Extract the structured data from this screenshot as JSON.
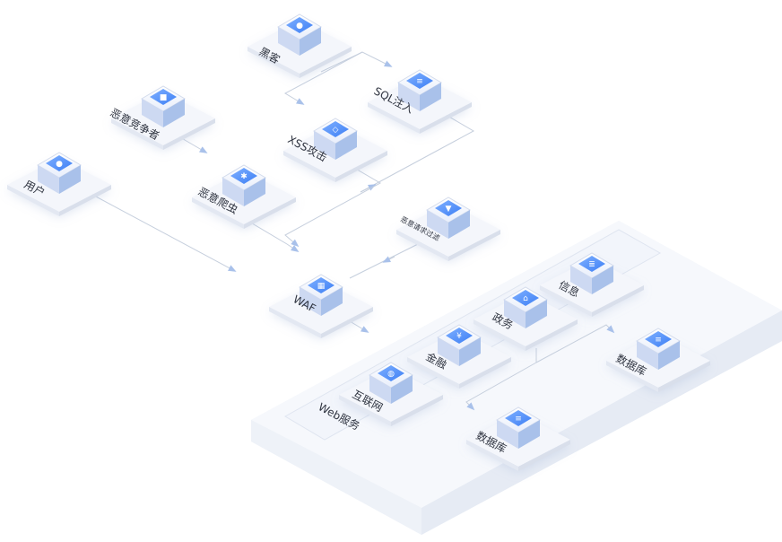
{
  "colors": {
    "accent": "#3d7ff5",
    "accent_light": "#8bb5ff",
    "line": "#bfc9d9",
    "plate": "#f4f6fb",
    "plate_side": "#e6eaf3",
    "text": "#2f3440"
  },
  "nodes": {
    "hacker": {
      "label": "黑客",
      "icon": "user-icon"
    },
    "sql_injection": {
      "label": "SQL注入",
      "icon": "database-icon"
    },
    "competitor": {
      "label": "恶意竞争者",
      "icon": "lock-icon"
    },
    "xss": {
      "label": "XSS攻击",
      "icon": "code-icon"
    },
    "user": {
      "label": "用户",
      "icon": "user-icon"
    },
    "crawler": {
      "label": "恶意爬虫",
      "icon": "bug-icon"
    },
    "filter": {
      "label": "恶意请求过滤",
      "icon": "funnel-icon"
    },
    "waf": {
      "label": "WAF",
      "icon": "firewall-icon"
    },
    "info": {
      "label": "信息",
      "icon": "document-icon"
    },
    "gov": {
      "label": "政务",
      "icon": "government-icon"
    },
    "finance": {
      "label": "金融",
      "icon": "yen-icon"
    },
    "internet": {
      "label": "互联网",
      "icon": "globe-icon"
    },
    "db_right": {
      "label": "数据库",
      "icon": "database-icon"
    },
    "db_bottom": {
      "label": "数据库",
      "icon": "database-icon"
    }
  },
  "web_service": {
    "label": "Web服务"
  }
}
